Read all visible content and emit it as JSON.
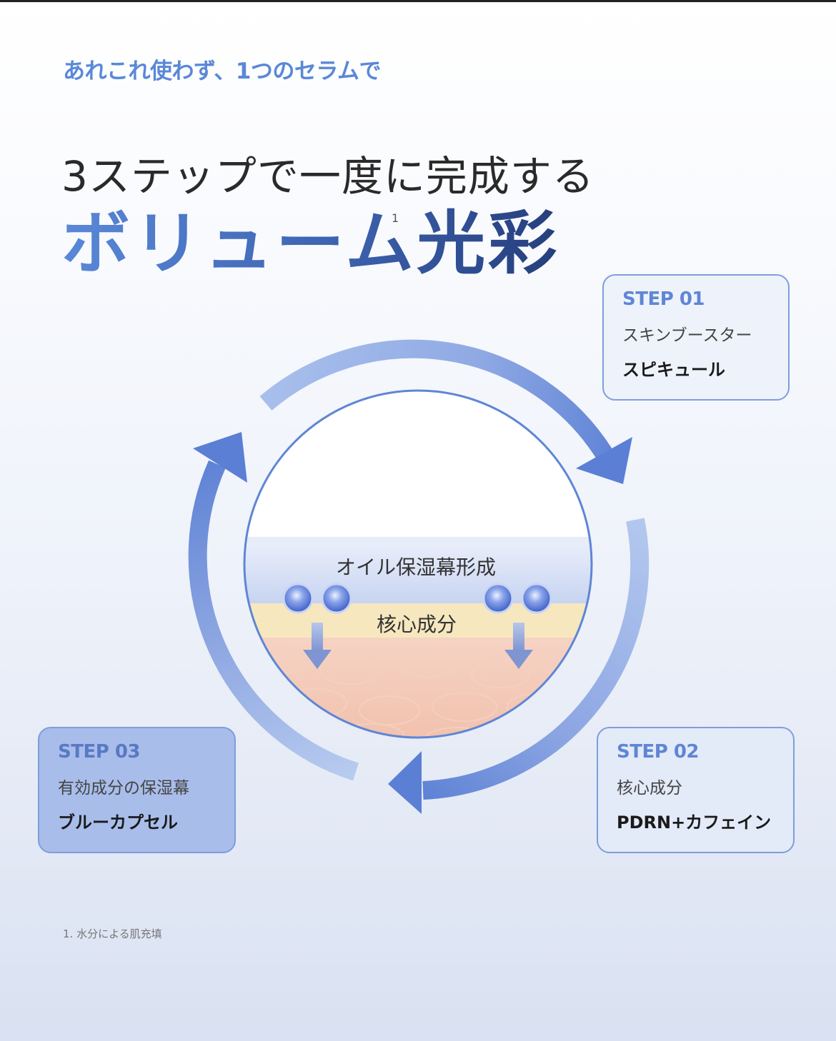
{
  "subtitle": "あれこれ使わず、1つのセラムで",
  "headline": "3ステップで一度に完成する",
  "title": "ボリューム光彩",
  "title_superscript": "1",
  "colors": {
    "accent": "#5a88d8",
    "title_dark": "#263e7c",
    "arrow": "#5a7fd4",
    "step_box_border": "#7e9edb"
  },
  "diagram": {
    "oil_layer_label": "オイル保湿幕形成",
    "core_layer_label": "核心成分",
    "icons": [
      "cycle-arrow-icon",
      "capsule-icon",
      "down-arrow-icon"
    ]
  },
  "steps": [
    {
      "number": "STEP 01",
      "description": "スキンブースター",
      "name": "スピキュール"
    },
    {
      "number": "STEP 02",
      "description": "核心成分",
      "name": "PDRN+カフェイン"
    },
    {
      "number": "STEP 03",
      "description": "有効成分の保湿幕",
      "name": "ブルーカプセル"
    }
  ],
  "footnote": "1. 水分による肌充填"
}
